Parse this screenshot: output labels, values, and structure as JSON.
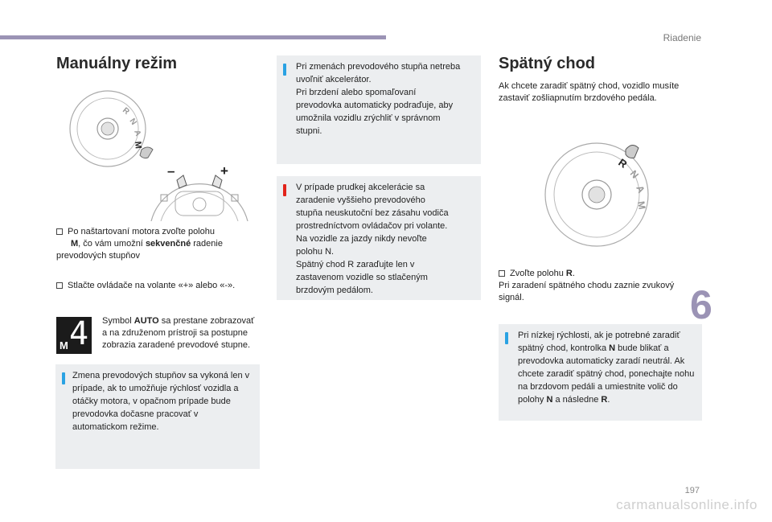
{
  "header": {
    "section": "Riadenie"
  },
  "chapter_number": "6",
  "page_number": "197",
  "watermark": "carmanualsonline.info",
  "left": {
    "title": "Manuálny režim",
    "gear_labels": {
      "r": "R",
      "n": "N",
      "a": "A",
      "m": "M"
    },
    "paddle_minus": "–",
    "paddle_plus": "+",
    "step1_a": "Po naštartovaní motora zvoľte polohu",
    "step1_b_bold": "M",
    "step1_c": ", čo vám umožní ",
    "step1_d_bold": "sekvenčné",
    "step1_e": " radenie prevodových stupňov",
    "step2": "Stlačte ovládače na volante «+» alebo «-».",
    "auto_a": "Symbol ",
    "auto_b_bold": "AUTO",
    "auto_c": " sa prestane zobrazovať a na združenom prístroji sa postupne zobrazia zaradené prevodové stupne.",
    "display_icon": {
      "letter": "M",
      "digit": "4"
    },
    "info_box": "Zmena prevodových stupňov sa vykoná len v prípade, ak to umožňuje rýchlosť vozidla a otáčky motora, v opačnom prípade bude prevodovka dočasne pracovať v automatickom režime."
  },
  "middle": {
    "info_box": [
      "Pri zmenách prevodového stupňa netreba",
      "uvoľniť akcelerátor.",
      "Pri brzdení alebo spomaľovaní",
      "prevodovka automaticky podraďuje, aby",
      "umožnila vozidlu zrýchliť v správnom",
      "stupni."
    ],
    "warn_box": [
      "V prípade prudkej akcelerácie sa",
      "zaradenie vyššieho prevodového",
      "stupňa neuskutoční bez zásahu vodiča",
      "prostredníctvom ovládačov pri volante.",
      "Na vozidle za jazdy nikdy nevoľte",
      "polohu N.",
      "Spätný chod R zaraďujte len v",
      "zastavenom vozidle so stlačeným",
      "brzdovým pedálom."
    ]
  },
  "right": {
    "title": "Spätný chod",
    "intro": "Ak chcete zaradiť spätný chod, vozidlo musíte zastaviť zošliapnutím brzdového pedála.",
    "gear_labels": {
      "r": "R",
      "n": "N",
      "a": "A",
      "m": "M"
    },
    "step_a": "Zvoľte polohu ",
    "step_b_bold": "R",
    "step_c": ".",
    "note": "Pri zaradení spätného chodu zaznie zvukový signál.",
    "info_box_a": "Pri nízkej rýchlosti, ak je potrebné zaradiť spätný chod, kontrolka ",
    "info_box_b_bold": "N",
    "info_box_c": " bude blikať a prevodovka automaticky zaradí neutrál. Ak chcete zaradiť spätný chod, ponechajte nohu na brzdovom pedáli a umiestnite volič do polohy ",
    "info_box_d_bold": "N",
    "info_box_e": " a následne ",
    "info_box_f_bold": "R",
    "info_box_g": "."
  },
  "colors": {
    "accent": "#9b93b5",
    "info_mark": "#2aa2e3",
    "warn_mark": "#e2231a",
    "box_bg": "#eceef0"
  }
}
